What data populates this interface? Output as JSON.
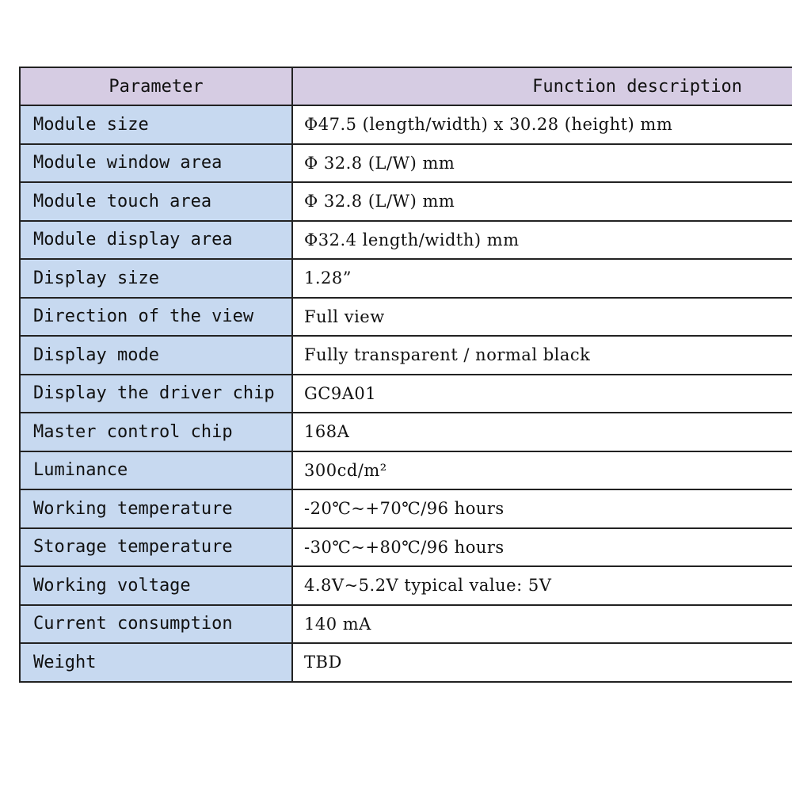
{
  "table": {
    "header": {
      "parameter": "Parameter",
      "description": "Function description"
    },
    "rows": [
      {
        "parameter": "Module size",
        "description": "Φ47.5 (length/width) x 30.28 (height) mm"
      },
      {
        "parameter": "Module window area",
        "description": "Φ 32.8 (L/W) mm"
      },
      {
        "parameter": "Module touch area",
        "description": "Φ 32.8 (L/W) mm"
      },
      {
        "parameter": "Module display area",
        "description": "Φ32.4 length/width) mm"
      },
      {
        "parameter": "Display size",
        "description": "1.28”"
      },
      {
        "parameter": "Direction of the view",
        "description": "Full view"
      },
      {
        "parameter": "Display mode",
        "description": "Fully transparent / normal black"
      },
      {
        "parameter": "Display the driver chip",
        "description": "GC9A01"
      },
      {
        "parameter": "Master control chip",
        "description": "168A"
      },
      {
        "parameter": "Luminance",
        "description": "300cd/m²"
      },
      {
        "parameter": "Working temperature",
        "description": "-20℃~+70℃/96 hours"
      },
      {
        "parameter": "Storage temperature",
        "description": "-30℃~+80℃/96 hours"
      },
      {
        "parameter": "Working voltage",
        "description": "4.8V~5.2V typical value: 5V"
      },
      {
        "parameter": "Current consumption",
        "description": "140 mA"
      },
      {
        "parameter": "Weight",
        "description": "TBD"
      }
    ]
  },
  "colors": {
    "header_bg": "#d6cce3",
    "param_col_bg": "#c7d9f0",
    "desc_col_bg": "#ffffff",
    "border": "#222222"
  }
}
